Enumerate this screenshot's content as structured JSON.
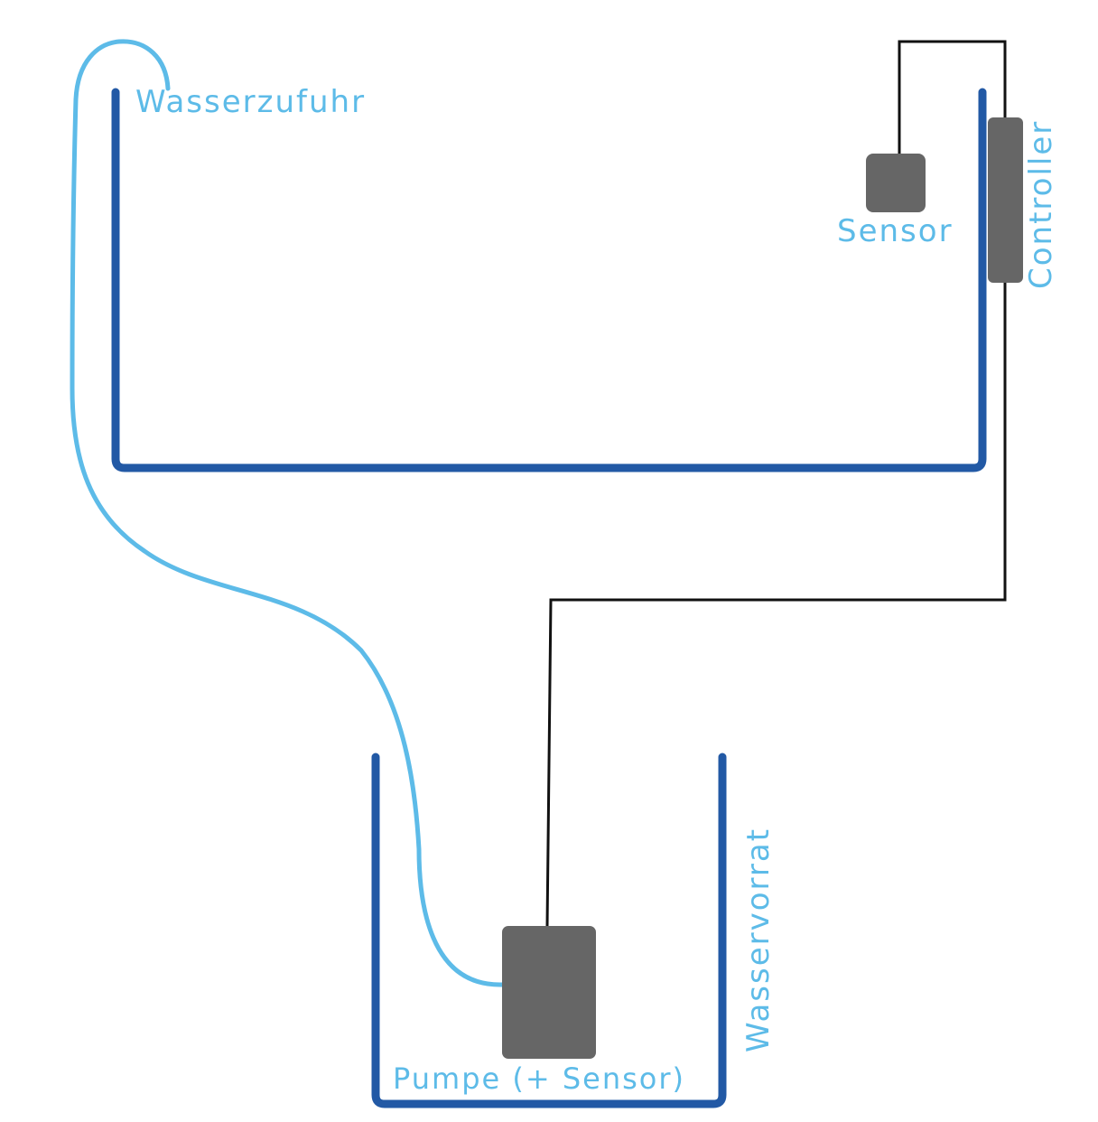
{
  "labels": {
    "water_inlet": "Wasserzufuhr",
    "sensor": "Sensor",
    "controller": "Controller",
    "water_reservoir": "Wasservorrat",
    "pump": "Pumpe (+ Sensor)"
  },
  "colors": {
    "tank_outline": "#2259a5",
    "hose": "#5dbbe8",
    "label_text": "#5dbbe8",
    "component_fill": "#666666",
    "wire": "#111111",
    "background": "#ffffff"
  }
}
